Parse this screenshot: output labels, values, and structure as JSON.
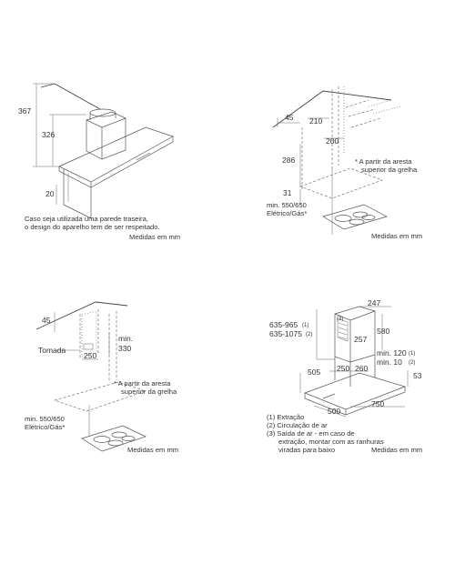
{
  "panel_tl": {
    "dim_367": "367",
    "dim_326": "326",
    "dim_20": "20",
    "note_line1": "Caso seja utilizada uma parede traseira,",
    "note_line2": "o design do aparelho tem de ser respeitado.",
    "units": "Medidas em mm"
  },
  "panel_tr": {
    "dim_45": "45",
    "dim_210": "210",
    "dim_200": "200",
    "dim_286": "286",
    "dim_31": "31",
    "edge_note_line1": "* A partir da aresta",
    "edge_note_line2": "superior da grelha",
    "min_line1": "min. 550/650",
    "min_line2": "Elétrico/Gás*",
    "units": "Medidas em mm"
  },
  "panel_bl": {
    "dim_45": "45",
    "socket_label": "Tomada",
    "dim_250": "250",
    "min_label": "min.",
    "dim_330": "330",
    "edge_note_line1": "* A partir da aresta",
    "edge_note_line2": "superior da grelha",
    "min_line1": "min. 550/650",
    "min_line2": "Elétrico/Gás*",
    "units": "Medidas em mm"
  },
  "panel_br": {
    "dim_247": "247",
    "dim_635_965": "635-965",
    "ref_1a": "(1)",
    "dim_635_1075": "635-1075",
    "ref_2a": "(2)",
    "ref_3": "(3)",
    "dim_580": "580",
    "dim_257": "257",
    "min_120": "min. 120",
    "ref_1b": "(1)",
    "min_10": "min. 10",
    "ref_2b": "(2)",
    "dim_505": "505",
    "dim_250": "250",
    "dim_260": "260",
    "dim_53": "53",
    "dim_750": "750",
    "dim_500": "500",
    "legend_1": "(1) Extração",
    "legend_2": "(2) Circulação de ar",
    "legend_3": "(3) Saída de ar - em caso de",
    "legend_3b": "extração, montar com as ranhuras",
    "legend_3c": "viradas para baixo",
    "units": "Medidas em mm"
  }
}
